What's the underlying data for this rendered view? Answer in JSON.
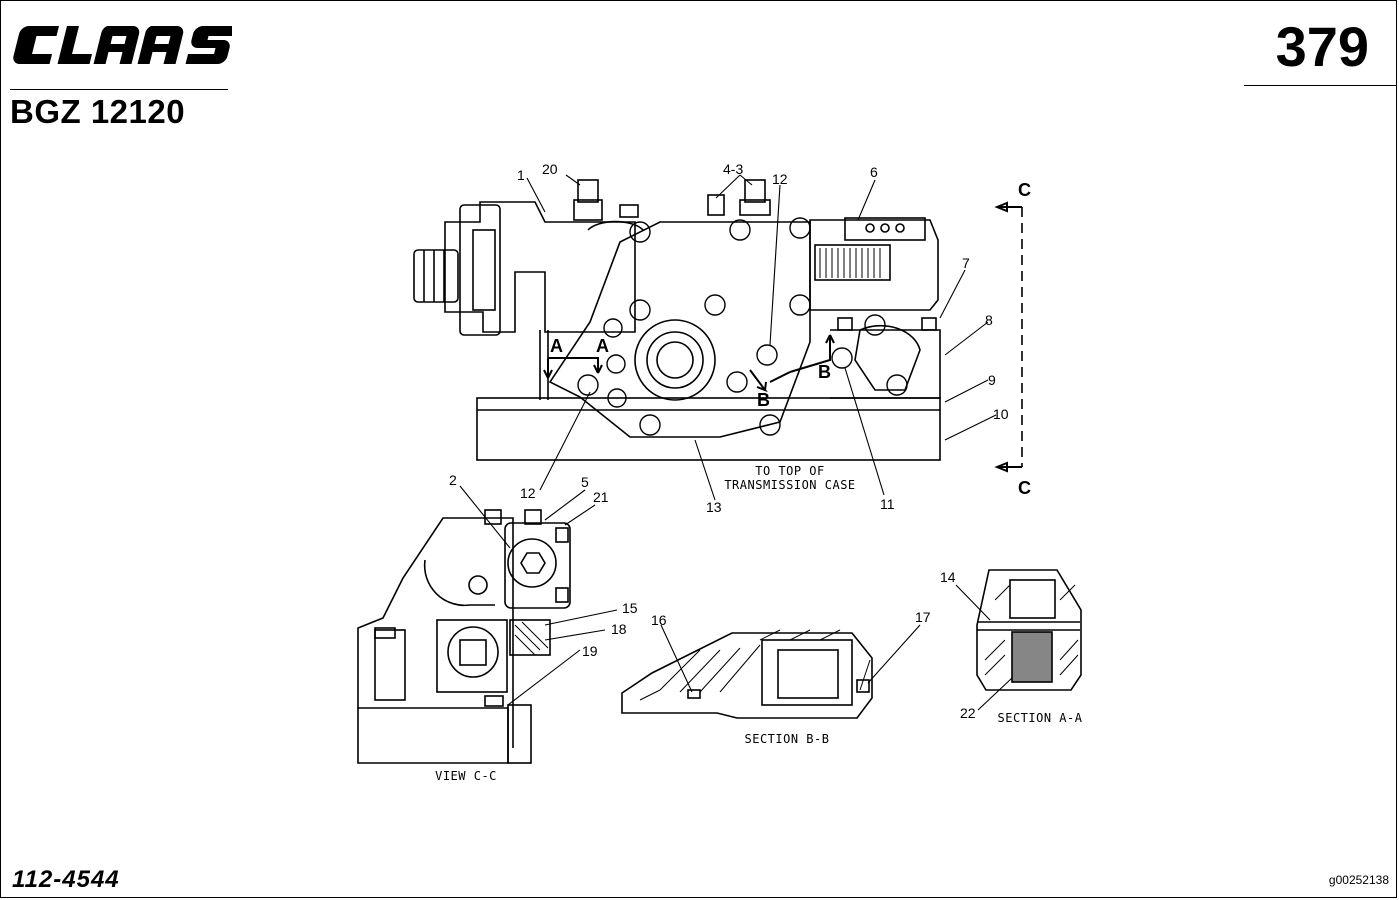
{
  "header": {
    "brand": "CLAAS",
    "model": "BGZ 12120",
    "page_number": "379"
  },
  "footer": {
    "part_number": "112-4544",
    "image_code": "g00252138"
  },
  "diagram": {
    "callouts": {
      "c1": "1",
      "c20": "20",
      "c4_3": "4-3",
      "c12a": "12",
      "c6": "6",
      "c7": "7",
      "c8": "8",
      "c9": "9",
      "c10": "10",
      "c11": "11",
      "c13": "13",
      "c12b": "12",
      "c2": "2",
      "c5": "5",
      "c21": "21",
      "c15": "15",
      "c18": "18",
      "c19": "19",
      "c16": "16",
      "c17": "17",
      "c14": "14",
      "c22": "22"
    },
    "section_markers": {
      "a_left": "A",
      "a_right": "A",
      "b_left": "B",
      "b_right": "B",
      "c_top": "C",
      "c_bottom": "C"
    },
    "captions": {
      "to_top_1": "TO TOP OF",
      "to_top_2": "TRANSMISSION CASE",
      "view_cc": "VIEW C-C",
      "section_bb": "SECTION B-B",
      "section_aa": "SECTION A-A"
    }
  }
}
